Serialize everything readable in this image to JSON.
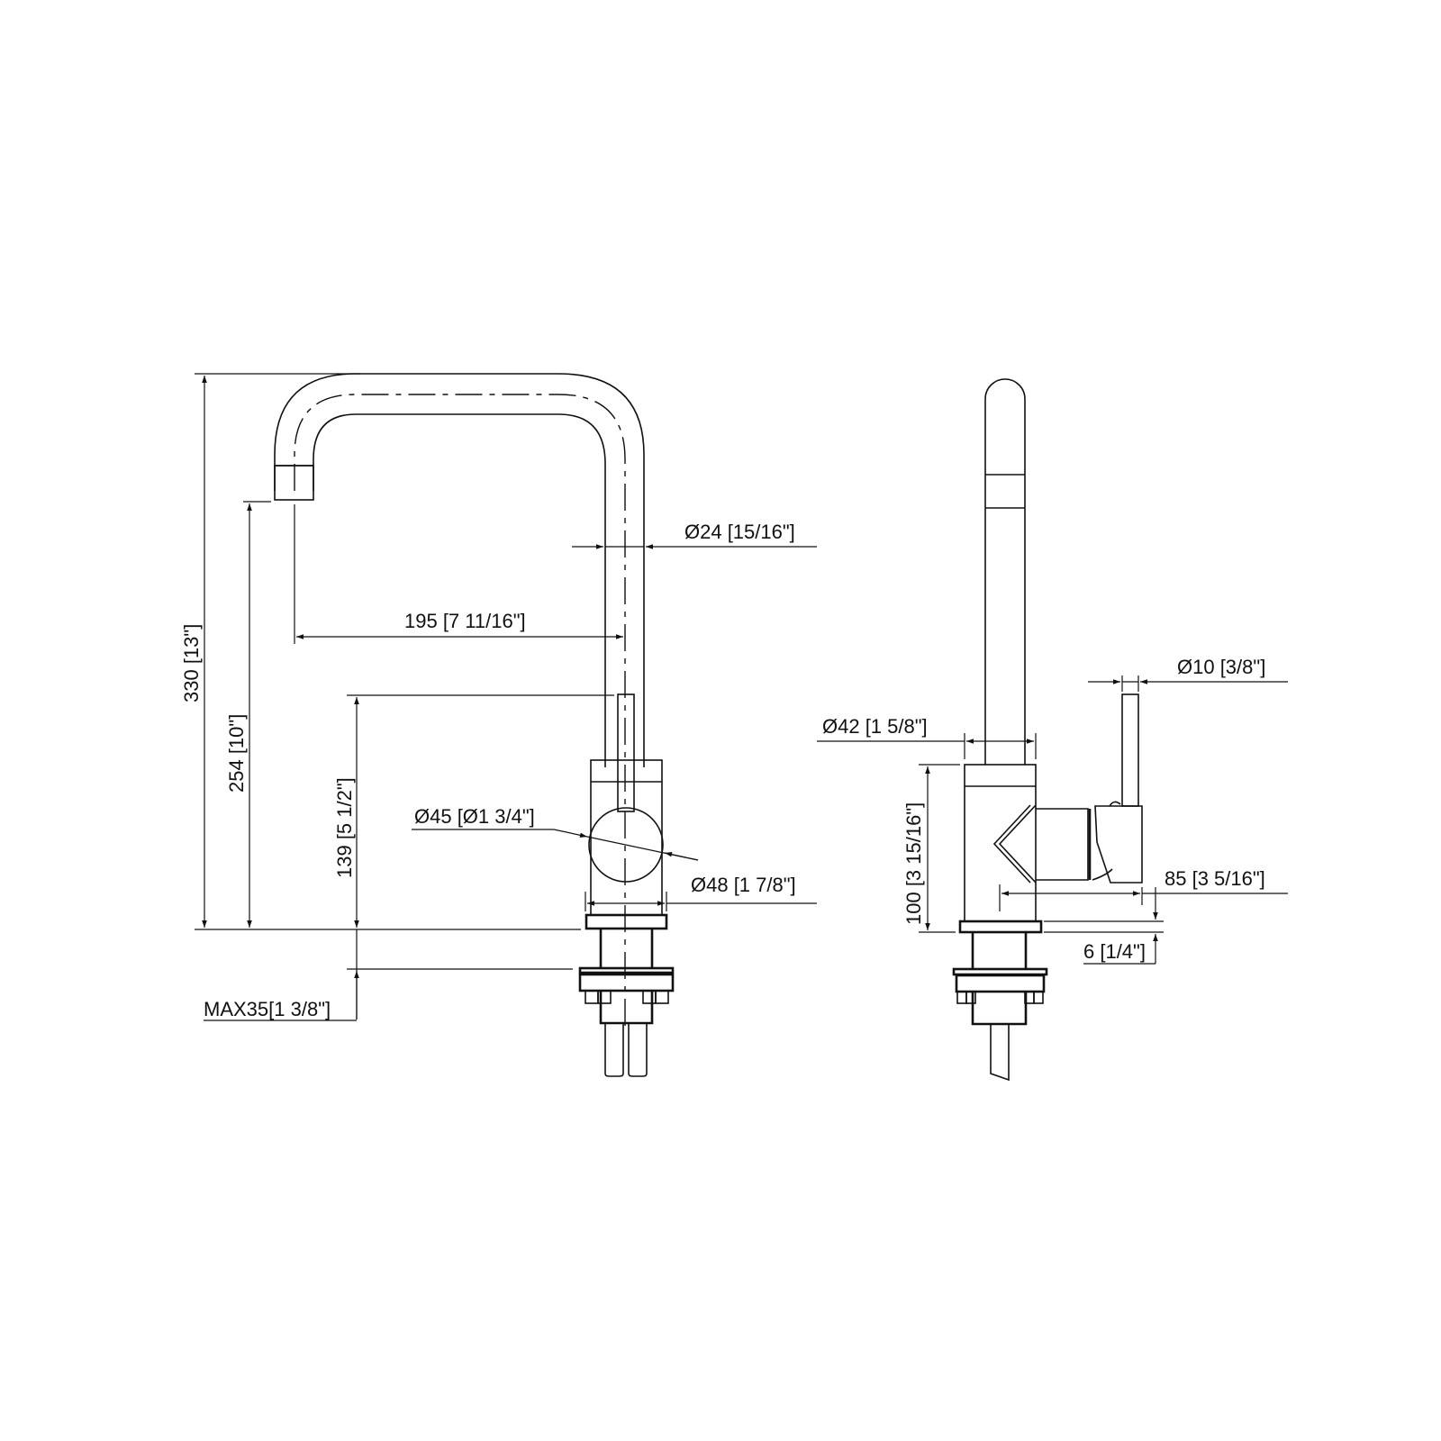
{
  "drawing": {
    "title": "Faucet dimension drawing",
    "views": [
      "front-view",
      "side-view"
    ],
    "colors": {
      "line": "#111111",
      "background": "#ffffff"
    }
  },
  "front_view": {
    "dimensions": {
      "overall_height": "330 [13\"]",
      "spout_height": "254 [10\"]",
      "handle_height": "139 [5 1/2\"]",
      "max_deck_thickness": "MAX35[1 3/8\"]",
      "spout_reach": "195 [7 11/16\"]",
      "spout_diameter": "Ø24 [15/16\"]",
      "handle_diameter": "Ø45 [Ø1 3/4\"]",
      "body_diameter": "Ø48 [1 7/8\"]"
    }
  },
  "side_view": {
    "dimensions": {
      "lever_diameter": "Ø10 [3/8\"]",
      "spout_base_diameter": "Ø42 [1 5/8\"]",
      "body_height": "100 [3 15/16\"]",
      "handle_projection": "85 [3 5/16\"]",
      "base_thickness": "6 [1/4\"]"
    }
  }
}
